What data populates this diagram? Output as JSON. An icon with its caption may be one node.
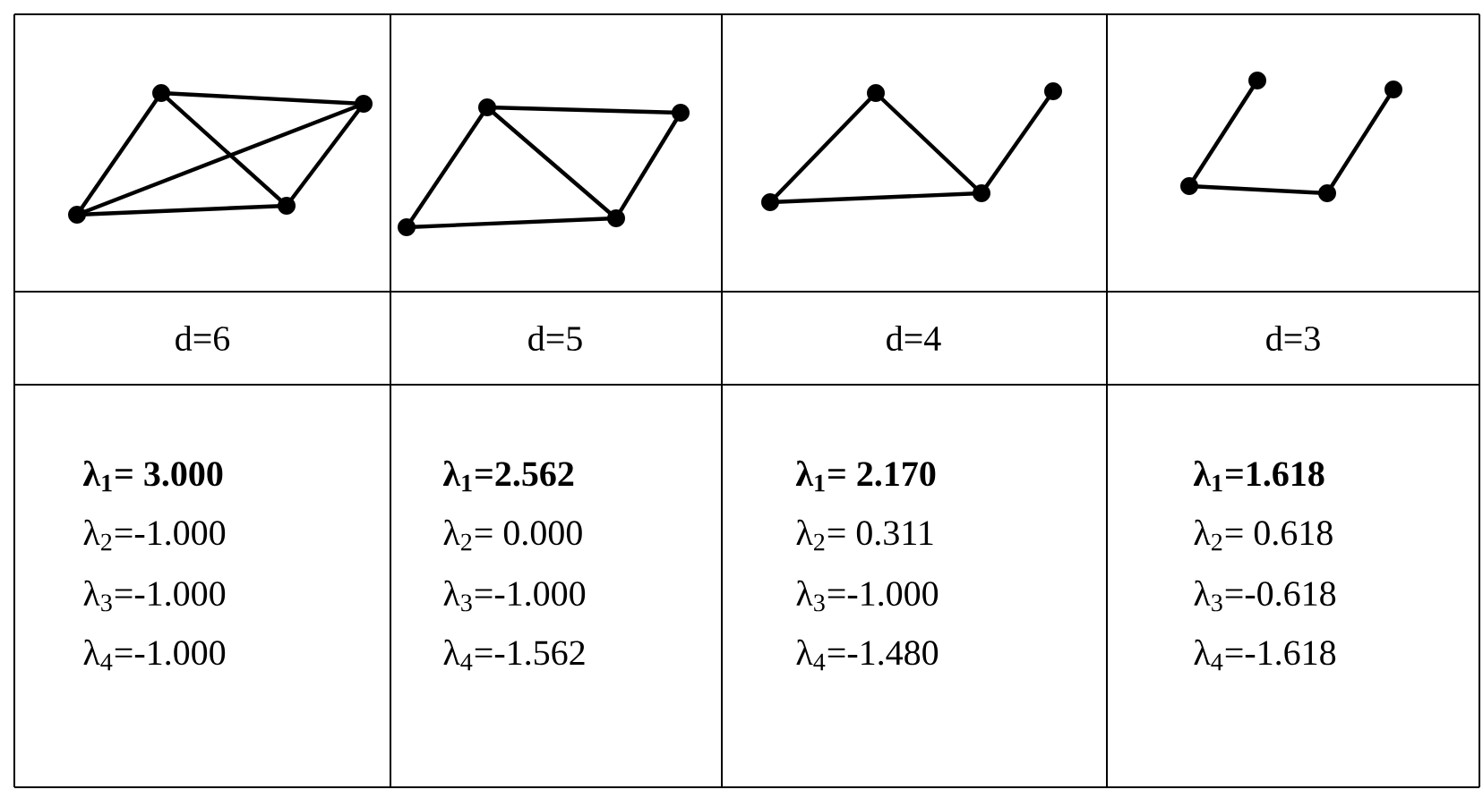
{
  "diagram": {
    "nodes": [
      {
        "text": [],
        "shape": "circle"
      },
      {
        "text": [],
        "shape": "circle"
      },
      {
        "text": [],
        "shape": "circle"
      },
      {
        "text": [],
        "shape": "circle"
      },
      {
        "text": [],
        "shape": "circle"
      },
      {
        "text": [],
        "shape": "circle"
      },
      {
        "text": [],
        "shape": "circle"
      },
      {
        "text": [],
        "shape": "circle"
      },
      {
        "text": [],
        "shape": "circle"
      },
      {
        "text": [],
        "shape": "circle"
      },
      {
        "text": [],
        "shape": "circle"
      },
      {
        "text": [],
        "shape": "circle"
      },
      {
        "text": [],
        "shape": "circle"
      },
      {
        "text": [],
        "shape": "circle"
      },
      {
        "text": [],
        "shape": "circle"
      },
      {
        "text": [],
        "shape": "circle"
      }
    ],
    "edges": [
      {
        "from": 1,
        "to": 3,
        "arrow": "none"
      },
      {
        "from": 1,
        "to": 2,
        "arrow": "none"
      },
      {
        "from": 0,
        "to": 3,
        "arrow": "none"
      },
      {
        "from": 0,
        "to": 2,
        "arrow": "none"
      },
      {
        "from": 3,
        "to": 2,
        "arrow": "none"
      },
      {
        "from": 1,
        "to": 0,
        "arrow": "none"
      },
      {
        "from": 5,
        "to": 7,
        "arrow": "none"
      },
      {
        "from": 5,
        "to": 4,
        "arrow": "none"
      },
      {
        "from": 5,
        "to": 6,
        "arrow": "none"
      },
      {
        "from": 7,
        "to": 6,
        "arrow": "none"
      },
      {
        "from": 4,
        "to": 6,
        "arrow": "none"
      },
      {
        "from": 9,
        "to": 8,
        "arrow": "none"
      },
      {
        "from": 9,
        "to": 10,
        "arrow": "none"
      },
      {
        "from": 8,
        "to": 10,
        "arrow": "none"
      },
      {
        "from": 10,
        "to": 11,
        "arrow": "none"
      },
      {
        "from": 13,
        "to": 12,
        "arrow": "none"
      },
      {
        "from": 12,
        "to": 14,
        "arrow": "none"
      },
      {
        "from": 14,
        "to": 15,
        "arrow": "none"
      }
    ],
    "labels": [
      "d=6",
      "d=5",
      "d=4",
      "d=3",
      "λ$_{1}$= 3.000",
      "λ$_{2}$=-1.000",
      "λ$_{3}$=-1.000",
      "λ$_{4}$=-1.000",
      "λ$_{1}$=2.562",
      "λ$_{2}$= 0.000",
      "λ$_{3}$=-1.000",
      "λ$_{4}$=-1.562",
      "λ$_{1}$= 2.170",
      "λ$_{2}$= 0.311",
      "λ$_{3}$=-1.000",
      "λ$_{4}$=-1.480",
      "λ$_{1}$=1.618",
      "λ$_{2}$= 0.618",
      "λ$_{3}$=-0.618",
      "λ$_{4}$=-1.618"
    ]
  }
}
